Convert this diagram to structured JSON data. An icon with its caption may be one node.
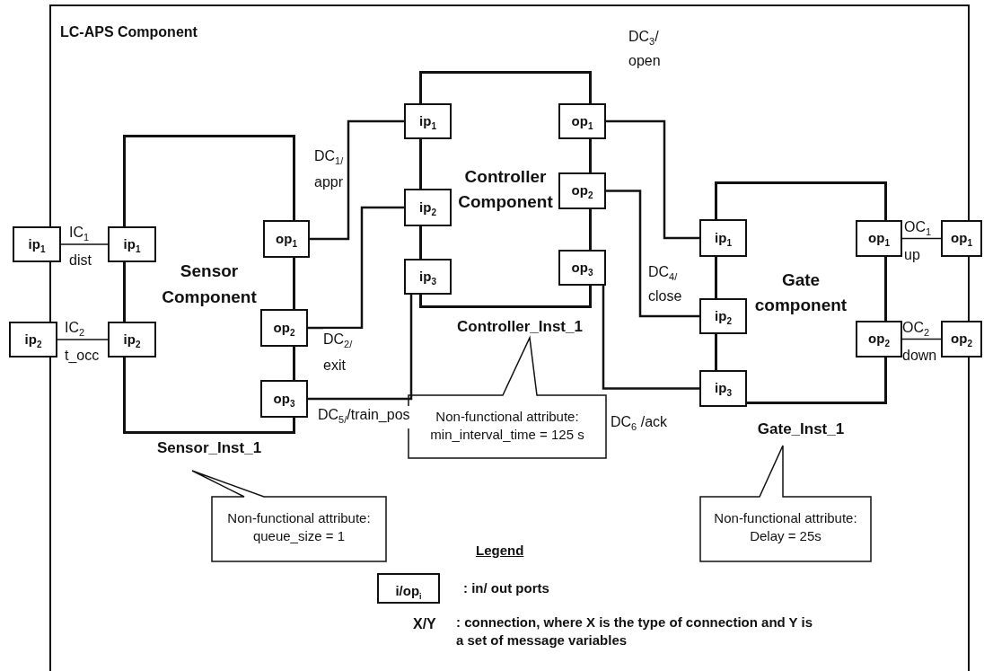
{
  "diagram": {
    "nodes": [
      {
        "text": [
          "LC-APS Component"
        ]
      },
      {
        "text": [
          "ip$_{1}$"
        ]
      },
      {
        "text": [
          "ip$_{2}$"
        ]
      },
      {
        "text": [
          "Sensor Component"
        ],
        "in": 0,
        "beside": [
          "Sensor_Inst_1"
        ]
      },
      {
        "text": [
          "ip$_{1}$"
        ],
        "in": 3
      },
      {
        "text": [
          "ip$_{2}$"
        ],
        "in": 3
      },
      {
        "text": [
          "op$_{1}$"
        ],
        "in": 3
      },
      {
        "text": [
          "op$_{2}$"
        ],
        "in": 3
      },
      {
        "text": [
          "op$_{3}$"
        ],
        "in": 3
      },
      {
        "text": [
          "Controller Component"
        ],
        "in": 0,
        "beside": [
          "Controller_Inst_1"
        ]
      },
      {
        "text": [
          "ip$_{1}$"
        ],
        "in": 9
      },
      {
        "text": [
          "ip$_{2}$"
        ],
        "in": 9
      },
      {
        "text": [
          "ip$_{3}$"
        ],
        "in": 9
      },
      {
        "text": [
          "op$_{1}$"
        ],
        "in": 9
      },
      {
        "text": [
          "op$_{2}$"
        ],
        "in": 9
      },
      {
        "text": [
          "op$_{3}$"
        ],
        "in": 9
      },
      {
        "text": [
          "Gate component"
        ],
        "in": 0,
        "beside": [
          "Gate_Inst_1"
        ]
      },
      {
        "text": [
          "ip$_{1}$"
        ],
        "in": 16
      },
      {
        "text": [
          "ip$_{2}$"
        ],
        "in": 16
      },
      {
        "text": [
          "ip$_{3}$"
        ],
        "in": 16
      },
      {
        "text": [
          "op$_{1}$"
        ],
        "in": 16
      },
      {
        "text": [
          "op$_{2}$"
        ],
        "in": 16
      },
      {
        "text": [
          "op$_{1}$"
        ]
      },
      {
        "text": [
          "op$_{2}$"
        ]
      },
      {
        "text": [
          "Non-functional attribute: queue_size = 1"
        ],
        "in": 0
      },
      {
        "text": [
          "Non-functional attribute: min_interval_time = 125 s"
        ],
        "in": 0
      },
      {
        "text": [
          "Non-functional attribute: Delay = 25s"
        ],
        "in": 0
      }
    ],
    "edges": [
      {
        "from": 1,
        "to": 4,
        "arrow": "none",
        "label": "IC$_{1}$ dist"
      },
      {
        "from": 2,
        "to": 5,
        "arrow": "none",
        "label": "IC$_{2}$ t_occ"
      },
      {
        "from": 6,
        "to": 10,
        "arrow": "none",
        "label": "DC$_{1/}$ appr"
      },
      {
        "from": 7,
        "to": 11,
        "arrow": "none",
        "label": "DC$_{2/}$ exit"
      },
      {
        "from": 8,
        "to": 12,
        "arrow": "none",
        "label": "DC$_{5/}$/train_pos"
      },
      {
        "from": 13,
        "to": 17,
        "arrow": "none",
        "label": "DC$_{3}$/ open"
      },
      {
        "from": 14,
        "to": 18,
        "arrow": "none",
        "label": "DC$_{4/}$ close"
      },
      {
        "from": 15,
        "to": 19,
        "arrow": "none",
        "label": "DC$_{6}$ /ack"
      },
      {
        "from": 20,
        "to": 22,
        "arrow": "none",
        "label": "OC$_{1}$ up"
      },
      {
        "from": 21,
        "to": 23,
        "arrow": "none",
        "label": "OC$_{2}$ down"
      }
    ],
    "labels": [
      "Legend",
      "i/op$_{i}$",
      "X/Y"
    ],
    "legend": [
      {
        "text": ":  in/ out ports"
      },
      {
        "text": ": connection, where X is the type of connection and Y is a set of message variables"
      }
    ]
  }
}
